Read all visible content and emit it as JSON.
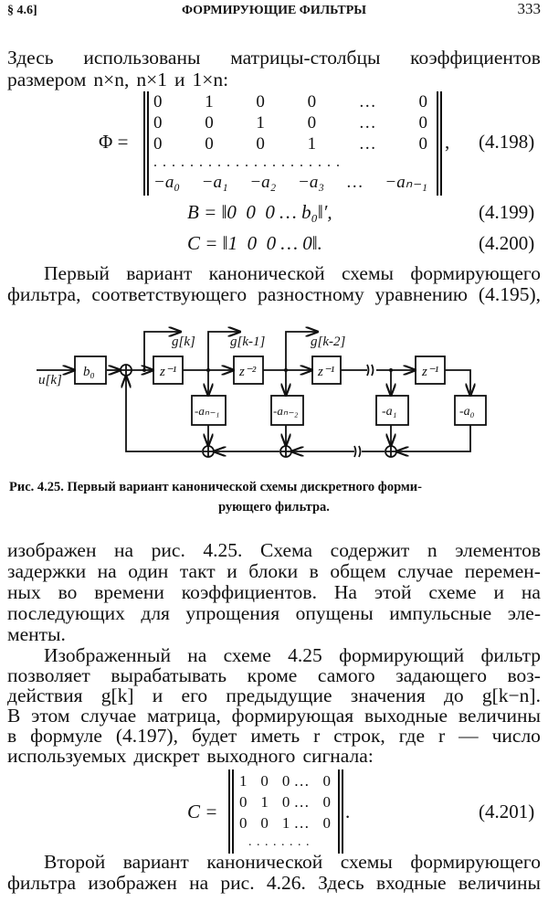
{
  "header": {
    "section": "§ 4.6]",
    "title": "ФОРМИРУЮЩИЕ ФИЛЬТРЫ",
    "page": "333"
  },
  "para1": [
    "Здесь использованы матрицы-столбцы коэффициентов",
    "размером n×n, n×1 и 1×n:"
  ],
  "phi": {
    "lhs": "Φ =",
    "rows": [
      [
        "0",
        "1",
        "0",
        "0",
        "…",
        "0"
      ],
      [
        "0",
        "0",
        "1",
        "0",
        "…",
        "0"
      ],
      [
        "0",
        "0",
        "0",
        "1",
        "…",
        "0"
      ],
      [
        "−a₀",
        "−a₁",
        "−a₂",
        "−a₃",
        "…",
        "−aₙ₋₁"
      ]
    ],
    "dots": ". . . . . . . . . . . . . . . . . . . . .",
    "tail": ",",
    "number": "(4.198)"
  },
  "eqB": {
    "text": "B = ‖0  0  0 … b₀‖′,",
    "number": "(4.199)"
  },
  "eqC": {
    "text": "C = ‖1  0  0 … 0‖.",
    "number": "(4.200)"
  },
  "para2": [
    "Первый вариант канонической схемы формирующего",
    "фильтра, соответствующего разностному уравнению (4.195),"
  ],
  "diagram": {
    "input": "u[k]",
    "gain": "b₀",
    "delays": [
      "z⁻¹",
      "z⁻²",
      "z⁻¹",
      "z⁻¹"
    ],
    "outputs": [
      "g[k]",
      "g[k-1]",
      "g[k-2]"
    ],
    "coeffs": [
      "-aₙ₋₁",
      "-aₙ₋₂",
      "-a₁",
      "-a₀"
    ]
  },
  "caption": [
    "Рис. 4.25. Первый вариант канонической схемы дискретного форми-",
    "рующего фильтра."
  ],
  "para3": [
    "изображен на рис. 4.25. Схема содержит n элементов",
    "задержки на один такт и блоки в общем случае перемен-",
    "ных во времени коэффициентов. На этой схеме и на",
    "последующих для упрощения опущены импульсные эле-",
    "менты."
  ],
  "para4": [
    "Изображенный на схеме 4.25 формирующий фильтр",
    "позволяет вырабатывать кроме самого задающего воз-",
    "действия g[k] и его предыдущие значения до g[k−n].",
    "В этом случае матрица, формирующая выходные величины",
    "в формуле (4.197), будет иметь r строк, где r — число",
    "используемых дискрет выходного сигнала:"
  ],
  "eqC2": {
    "lhs": "C =",
    "rows": [
      [
        "1",
        "0",
        "0 …",
        "0"
      ],
      [
        "0",
        "1",
        "0 …",
        "0"
      ],
      [
        "0",
        "0",
        "1 …",
        "0"
      ]
    ],
    "dots": ". . . . . . . .",
    "tail": ".",
    "number": "(4.201)"
  },
  "para5": [
    "Второй вариант канонической схемы формирующего",
    "фильтра изображен на рис. 4.26. Здесь входные величины"
  ]
}
